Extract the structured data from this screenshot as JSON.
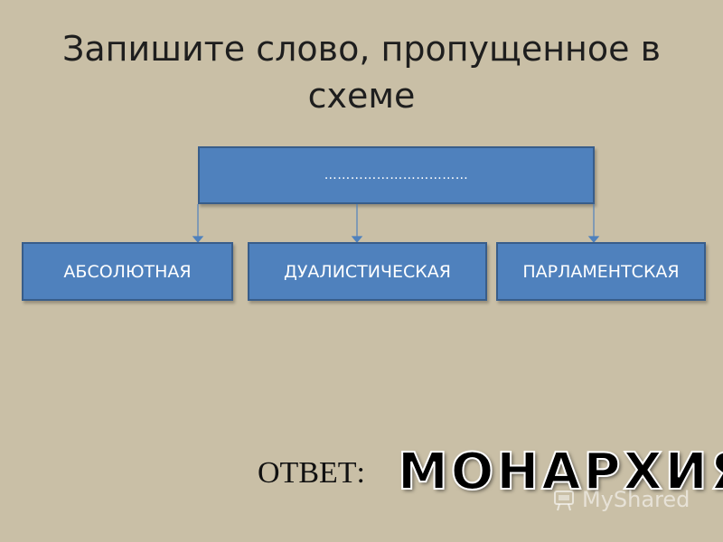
{
  "slide": {
    "title": "Запишите слово, пропущенное в схеме",
    "top_box_text": "……………………………",
    "children": [
      "АБСОЛЮТНАЯ",
      "ДУАЛИСТИЧЕСКАЯ",
      "ПАРЛАМЕНТСКАЯ"
    ],
    "answer_label": "ОТВЕТ:",
    "answer_word": "МОНАРХИЯ"
  },
  "watermark": {
    "text": "MyShared"
  },
  "colors": {
    "box_fill": "#4f81bd",
    "box_border": "#385d8a",
    "connector": "#4f81bd",
    "background": "#c9bfa6"
  }
}
